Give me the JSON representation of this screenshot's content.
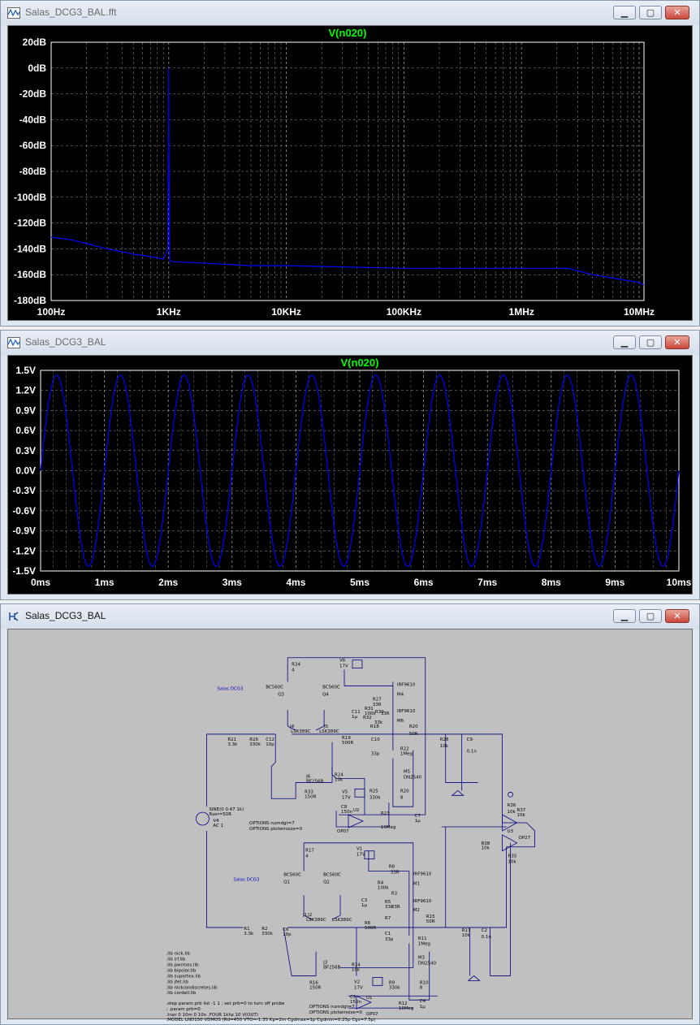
{
  "windows": {
    "fft": {
      "title": "Salas_DCG3_BAL.fft",
      "trace": "V(n020)",
      "buttons": {
        "min": "▁",
        "max": "▢",
        "close": "✕"
      }
    },
    "time": {
      "title": "Salas_DCG3_BAL",
      "trace": "V(n020)",
      "buttons": {
        "min": "▁",
        "max": "▢",
        "close": "✕"
      }
    },
    "schematic": {
      "title": "Salas_DCG3_BAL",
      "buttons": {
        "min": "▁",
        "max": "▢",
        "close": "✕"
      }
    }
  },
  "colors": {
    "trace": "#0000ff",
    "trace_label": "#00ff00",
    "plot_bg": "#000000",
    "grid": "#9a9a9a",
    "schematic_bg": "#c0c0c0"
  },
  "chart_data": [
    {
      "type": "line",
      "title": "V(n020)",
      "x_scale": "log",
      "x_ticks": [
        "100Hz",
        "1KHz",
        "10KHz",
        "100KHz",
        "1MHz",
        "10MHz"
      ],
      "y_ticks": [
        "20dB",
        "0dB",
        "-20dB",
        "-40dB",
        "-60dB",
        "-80dB",
        "-100dB",
        "-120dB",
        "-140dB",
        "-160dB",
        "-180dB"
      ],
      "xlim": [
        100,
        11000000
      ],
      "ylim": [
        -180,
        20
      ],
      "grid": true,
      "series": [
        {
          "x": [
            100,
            150,
            200,
            300,
            500,
            700,
            900,
            980,
            995,
            1000,
            1005,
            1020,
            1100,
            2000,
            5000,
            10000,
            100000,
            1000000,
            2500000,
            4000000,
            10000000,
            11000000
          ],
          "y": [
            -131,
            -133,
            -136,
            -140,
            -144,
            -146,
            -148,
            -140,
            -60,
            0,
            -60,
            -149,
            -150,
            -151,
            -153,
            -153,
            -155,
            -155,
            -155,
            -160,
            -166,
            -168
          ]
        }
      ]
    },
    {
      "type": "line",
      "title": "V(n020)",
      "x_ticks": [
        "0ms",
        "1ms",
        "2ms",
        "3ms",
        "4ms",
        "5ms",
        "6ms",
        "7ms",
        "8ms",
        "9ms",
        "10ms"
      ],
      "y_ticks": [
        "1.5V",
        "1.2V",
        "0.9V",
        "0.6V",
        "0.3V",
        "0.0V",
        "-0.3V",
        "-0.6V",
        "-0.9V",
        "-1.2V",
        "-1.5V"
      ],
      "xlim": [
        0,
        10
      ],
      "ylim": [
        -1.5,
        1.5
      ],
      "grid": true,
      "signal": {
        "amplitude": 1.43,
        "frequency_khz": 1,
        "phase": "sine"
      }
    }
  ],
  "schematic": {
    "labels": [
      "Salas DCG3",
      "Salas DCG3",
      "R34",
      "4",
      "V6",
      "17V",
      "R27",
      "33R",
      "IRF9610",
      "M4",
      "BC560C",
      "BC560C",
      "Q3",
      "Q4",
      "R31",
      "100k",
      "R30",
      "IRF9610",
      "M6",
      "R32",
      "33R",
      "33k",
      "C11",
      "1µ",
      "J4",
      "J5",
      "LSK389C",
      "LSK389C",
      "R18",
      "R20",
      "50R",
      "R21",
      "3.3k",
      "R26",
      "330k",
      "C12",
      "10p",
      "R19",
      "500R",
      "C10",
      "33p",
      "R28",
      "10k",
      "C9",
      "0.1n",
      "R22",
      "1Meg",
      "J6",
      "BF256B",
      "R24",
      "10k",
      "M5",
      "DN2540",
      "R33",
      "150R",
      "V5",
      "17V",
      "R25",
      "330k",
      "R20",
      "8",
      "C8",
      "150n",
      "U2",
      "OP07",
      "R23",
      "10Meg",
      "C7",
      "1µ",
      "SINE(0 0.47 1k)",
      "Rser=50R",
      "V4",
      "AC 1",
      ".OPTIONS numdgt=7",
      ".OPTIONS plotwinsize=0",
      "R36",
      "10k",
      "R37",
      "10k",
      "U3",
      "OP27",
      "R38",
      "10k",
      "R35",
      "10k",
      "R17",
      "4",
      "V1",
      "17V",
      "R8",
      "33R",
      "IRF9610",
      "M1",
      "BC560C",
      "BC560C",
      "Q1",
      "Q2",
      "R4",
      "100k",
      "R3",
      "33R",
      "IRF9610",
      "M2",
      "C3",
      "1µ",
      "R5",
      "33k",
      "R7",
      "R15",
      "50R",
      "J1",
      "J2",
      "LSK389C",
      "LSK389C",
      "R1",
      "3.3k",
      "R2",
      "330k",
      "C6",
      "10p",
      "R6",
      "500R",
      "C1",
      "33p",
      "R13",
      "10k",
      "C2",
      "0.1n",
      "R11",
      "1Meg",
      "J3",
      "BF256B",
      "R14",
      "10k",
      "M3",
      "DN2540",
      "R16",
      "150R",
      "V2",
      "17V",
      "R9",
      "330k",
      "R10",
      "8",
      "C5",
      "150n",
      "U1",
      "OP07",
      "R12",
      "10Meg",
      "C4",
      "1µ"
    ],
    "directives": [
      ".lib nick.lib",
      ".lib irf.lib",
      ".lib pwrmos.lib",
      ".lib bipolar.lib",
      ".lib supertex.lib",
      ".lib jfet.lib",
      ".lib nick/ondiscretes.lib",
      ".lib cordell.lib",
      ".step param prb list -1 1 ; set prb=0 to turn off probe",
      "; .param prb=0",
      ".tran 0 10m 0 10n    .FOUR 1khz 10 V(OUT)",
      ".OPTIONS numdgt=7",
      ".OPTIONS plotwinsize=0",
      ".MODEL LND150 VDMOS (Rd=450 VTO=-1.35 Kp=2m Cgdmax=1p Cgdmin=0.25p Cgs=7.5p)"
    ]
  }
}
